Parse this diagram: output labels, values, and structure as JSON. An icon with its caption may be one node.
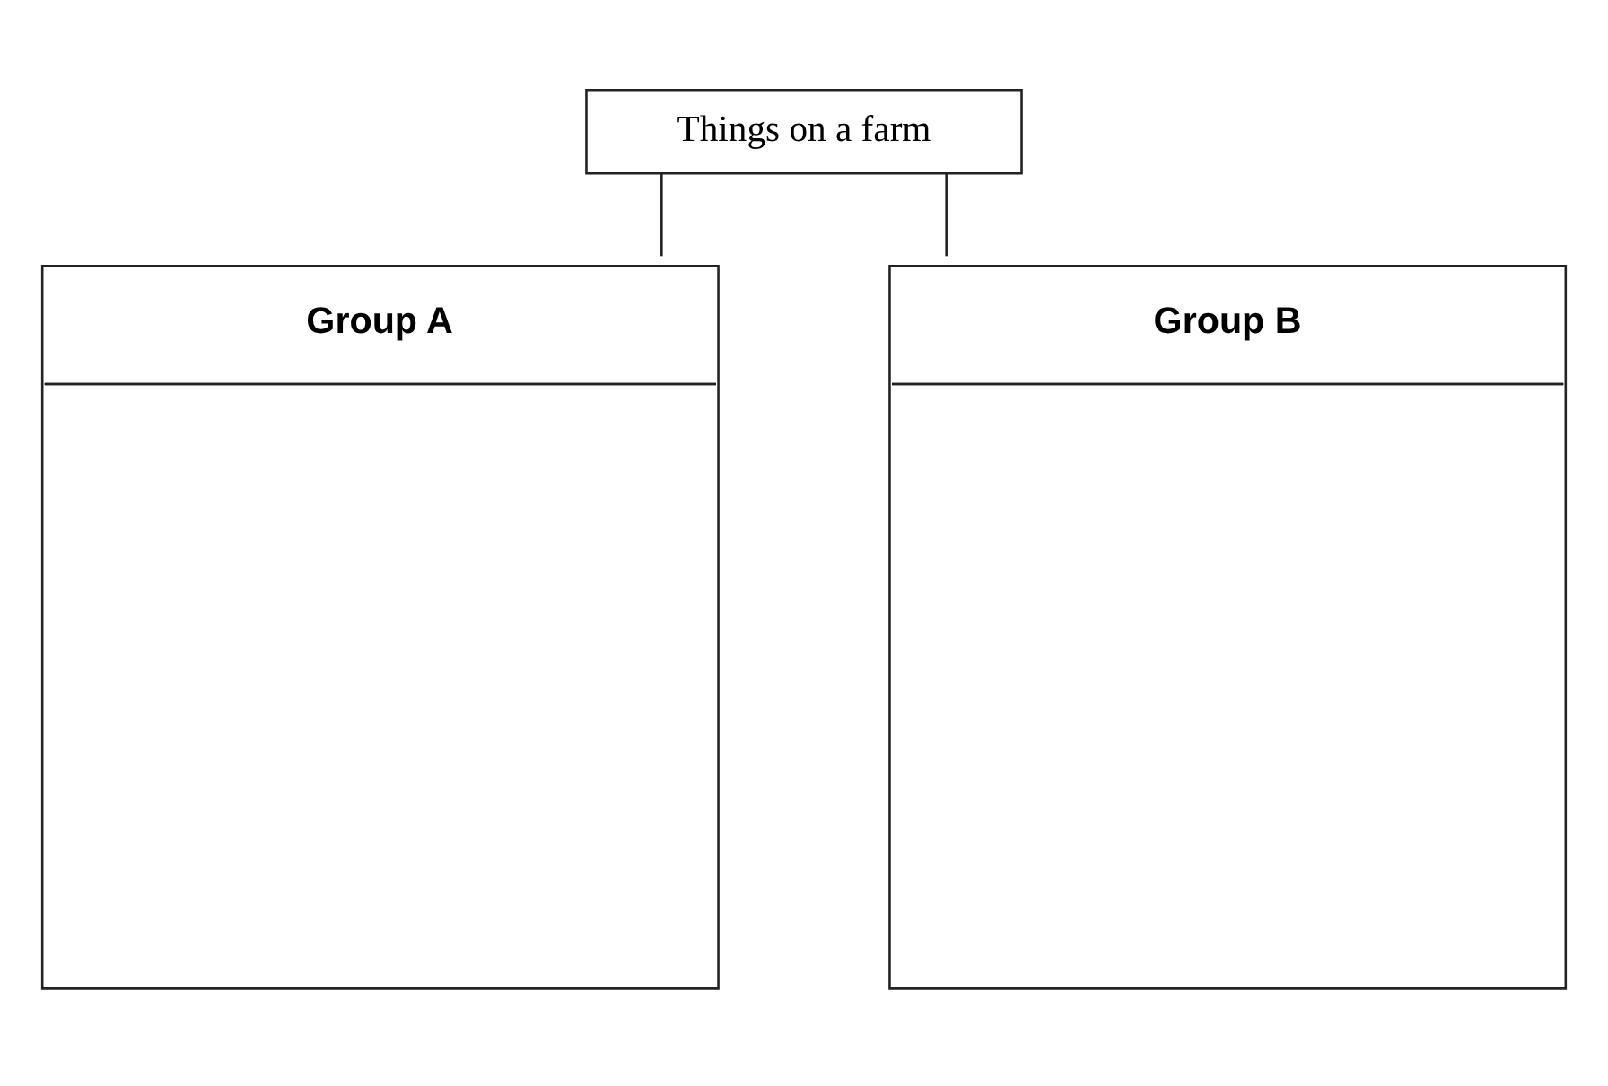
{
  "diagram": {
    "nodes": [
      {
        "text": [
          "Things on a farm"
        ]
      },
      {
        "text": [
          "Group A"
        ]
      },
      {
        "text": [
          "Group B"
        ]
      }
    ],
    "edges": [
      {
        "from": 0,
        "to": 1,
        "arrow": "none"
      },
      {
        "from": 0,
        "to": 2,
        "arrow": "none"
      }
    ]
  }
}
